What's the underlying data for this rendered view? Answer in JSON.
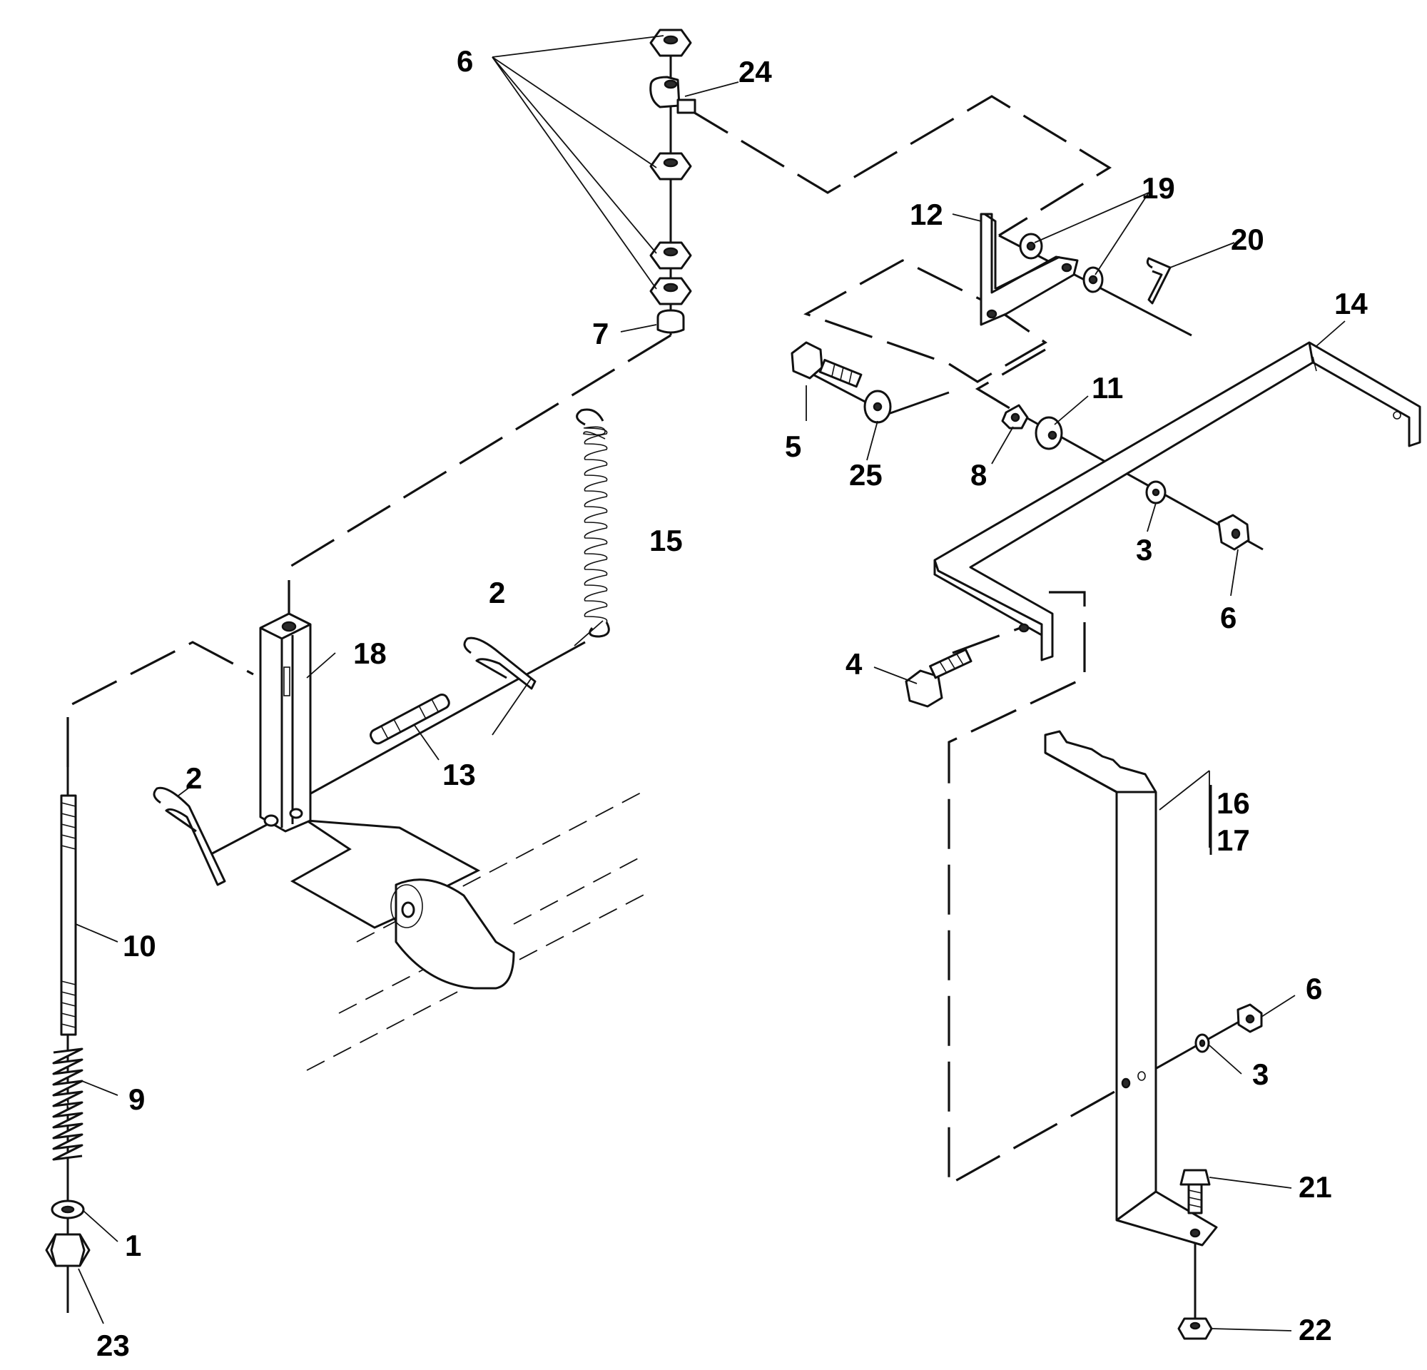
{
  "callouts": {
    "c1": "1",
    "c2a": "2",
    "c2b": "2",
    "c3a": "3",
    "c3b": "3",
    "c4": "4",
    "c5": "5",
    "c6a": "6",
    "c6b": "6",
    "c6c": "6",
    "c7": "7",
    "c8": "8",
    "c9": "9",
    "c10": "10",
    "c11": "11",
    "c12": "12",
    "c13": "13",
    "c14": "14",
    "c15": "15",
    "c16": "16",
    "c17": "17",
    "c18": "18",
    "c19": "19",
    "c20": "20",
    "c21": "21",
    "c22": "22",
    "c23": "23",
    "c24": "24",
    "c25": "25"
  }
}
